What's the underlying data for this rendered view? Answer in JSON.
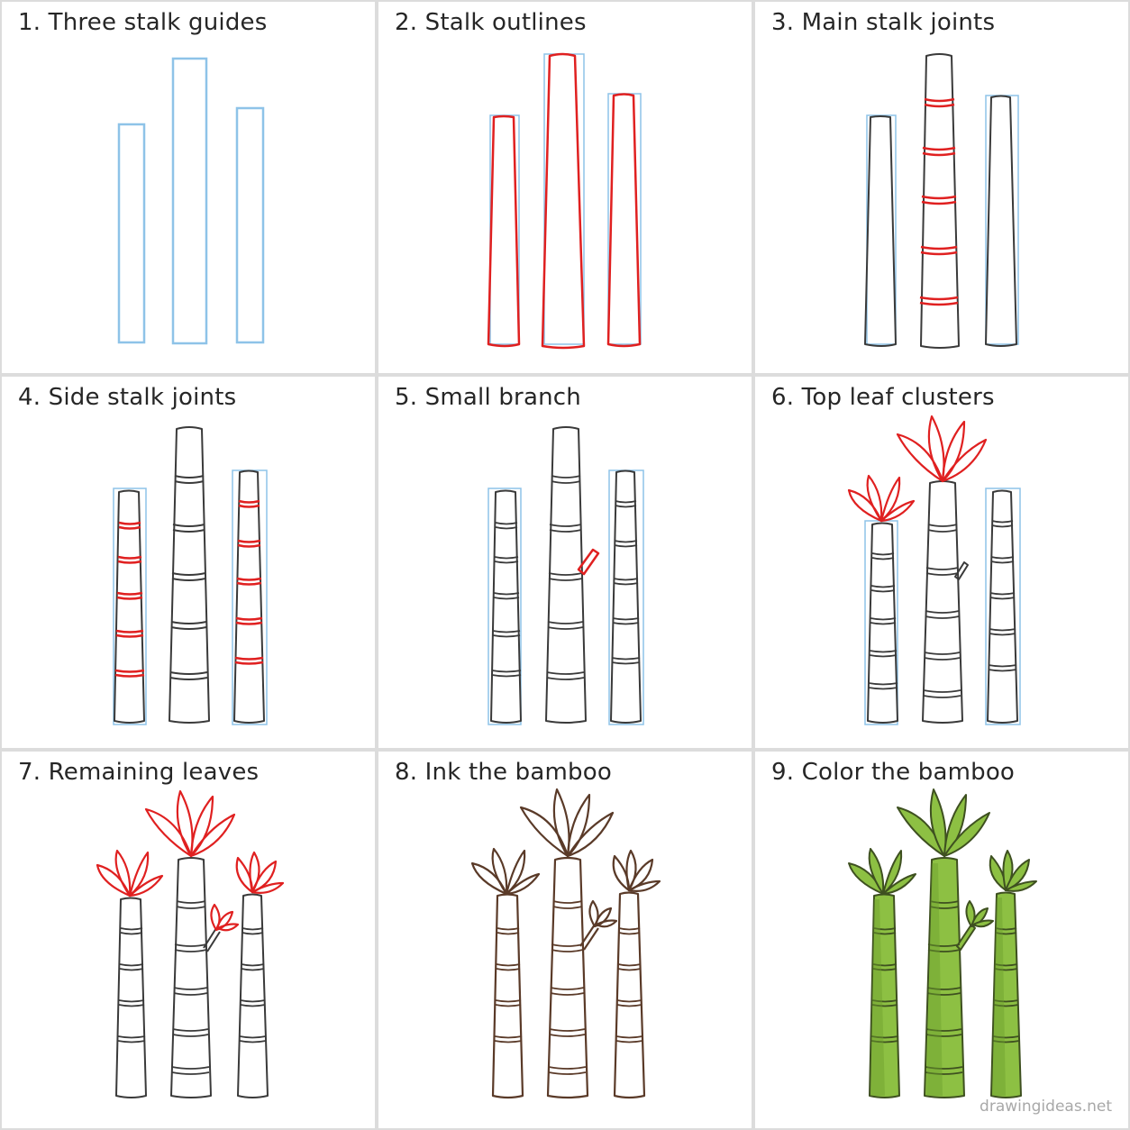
{
  "steps": [
    {
      "label": "1. Three stalk guides"
    },
    {
      "label": "2. Stalk outlines"
    },
    {
      "label": "3. Main stalk joints"
    },
    {
      "label": "4. Side stalk joints"
    },
    {
      "label": "5. Small branch"
    },
    {
      "label": "6. Top leaf clusters"
    },
    {
      "label": "7. Remaining leaves"
    },
    {
      "label": "8. Ink the bamboo"
    },
    {
      "label": "9. Color the bamboo"
    }
  ],
  "watermark": "drawingideas.net",
  "colors": {
    "guide": "#8ec3e8",
    "highlight": "#e02020",
    "pencil": "#3a3a3a",
    "ink": "#5a3a28",
    "fill": "#8dc043",
    "fill_dark": "#6ea02e",
    "outline_final": "#3e5020"
  }
}
